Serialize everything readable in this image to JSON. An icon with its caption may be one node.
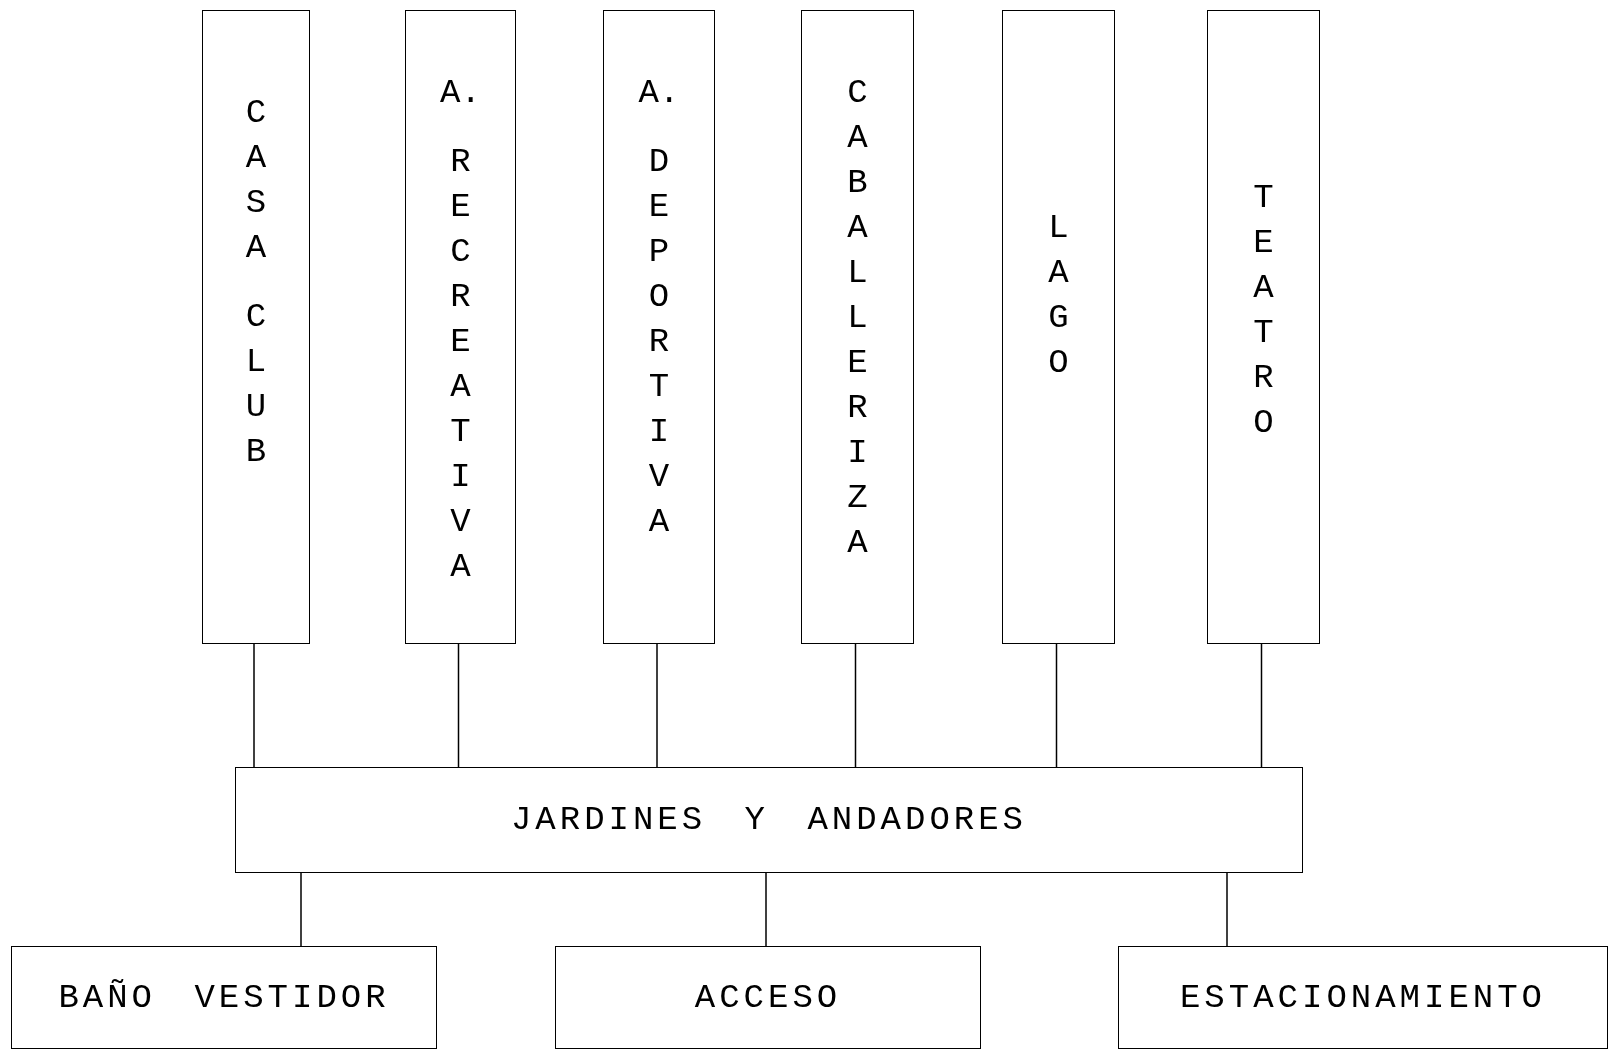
{
  "diagram": {
    "nodes": [
      {
        "text": [
          "CASA CLUB"
        ]
      },
      {
        "text": [
          "A. RECREATIVA"
        ]
      },
      {
        "text": [
          "A. DEPORTIVA"
        ]
      },
      {
        "text": [
          "CABALLERIZA"
        ]
      },
      {
        "text": [
          "LAGO"
        ]
      },
      {
        "text": [
          "TEATRO"
        ]
      },
      {
        "text": [
          "JARDINES Y ANDADORES"
        ]
      },
      {
        "text": [
          "BAÑO VESTIDOR"
        ]
      },
      {
        "text": [
          "ACCESO"
        ]
      },
      {
        "text": [
          "ESTACIONAMIENTO"
        ]
      }
    ],
    "edges": [
      {
        "from": 0,
        "to": 6,
        "arrow": "none"
      },
      {
        "from": 1,
        "to": 6,
        "arrow": "none"
      },
      {
        "from": 2,
        "to": 6,
        "arrow": "none"
      },
      {
        "from": 3,
        "to": 6,
        "arrow": "none"
      },
      {
        "from": 4,
        "to": 6,
        "arrow": "none"
      },
      {
        "from": 5,
        "to": 6,
        "arrow": "none"
      },
      {
        "from": 6,
        "to": 7,
        "arrow": "none"
      },
      {
        "from": 6,
        "to": 8,
        "arrow": "none"
      },
      {
        "from": 6,
        "to": 9,
        "arrow": "none"
      }
    ]
  }
}
